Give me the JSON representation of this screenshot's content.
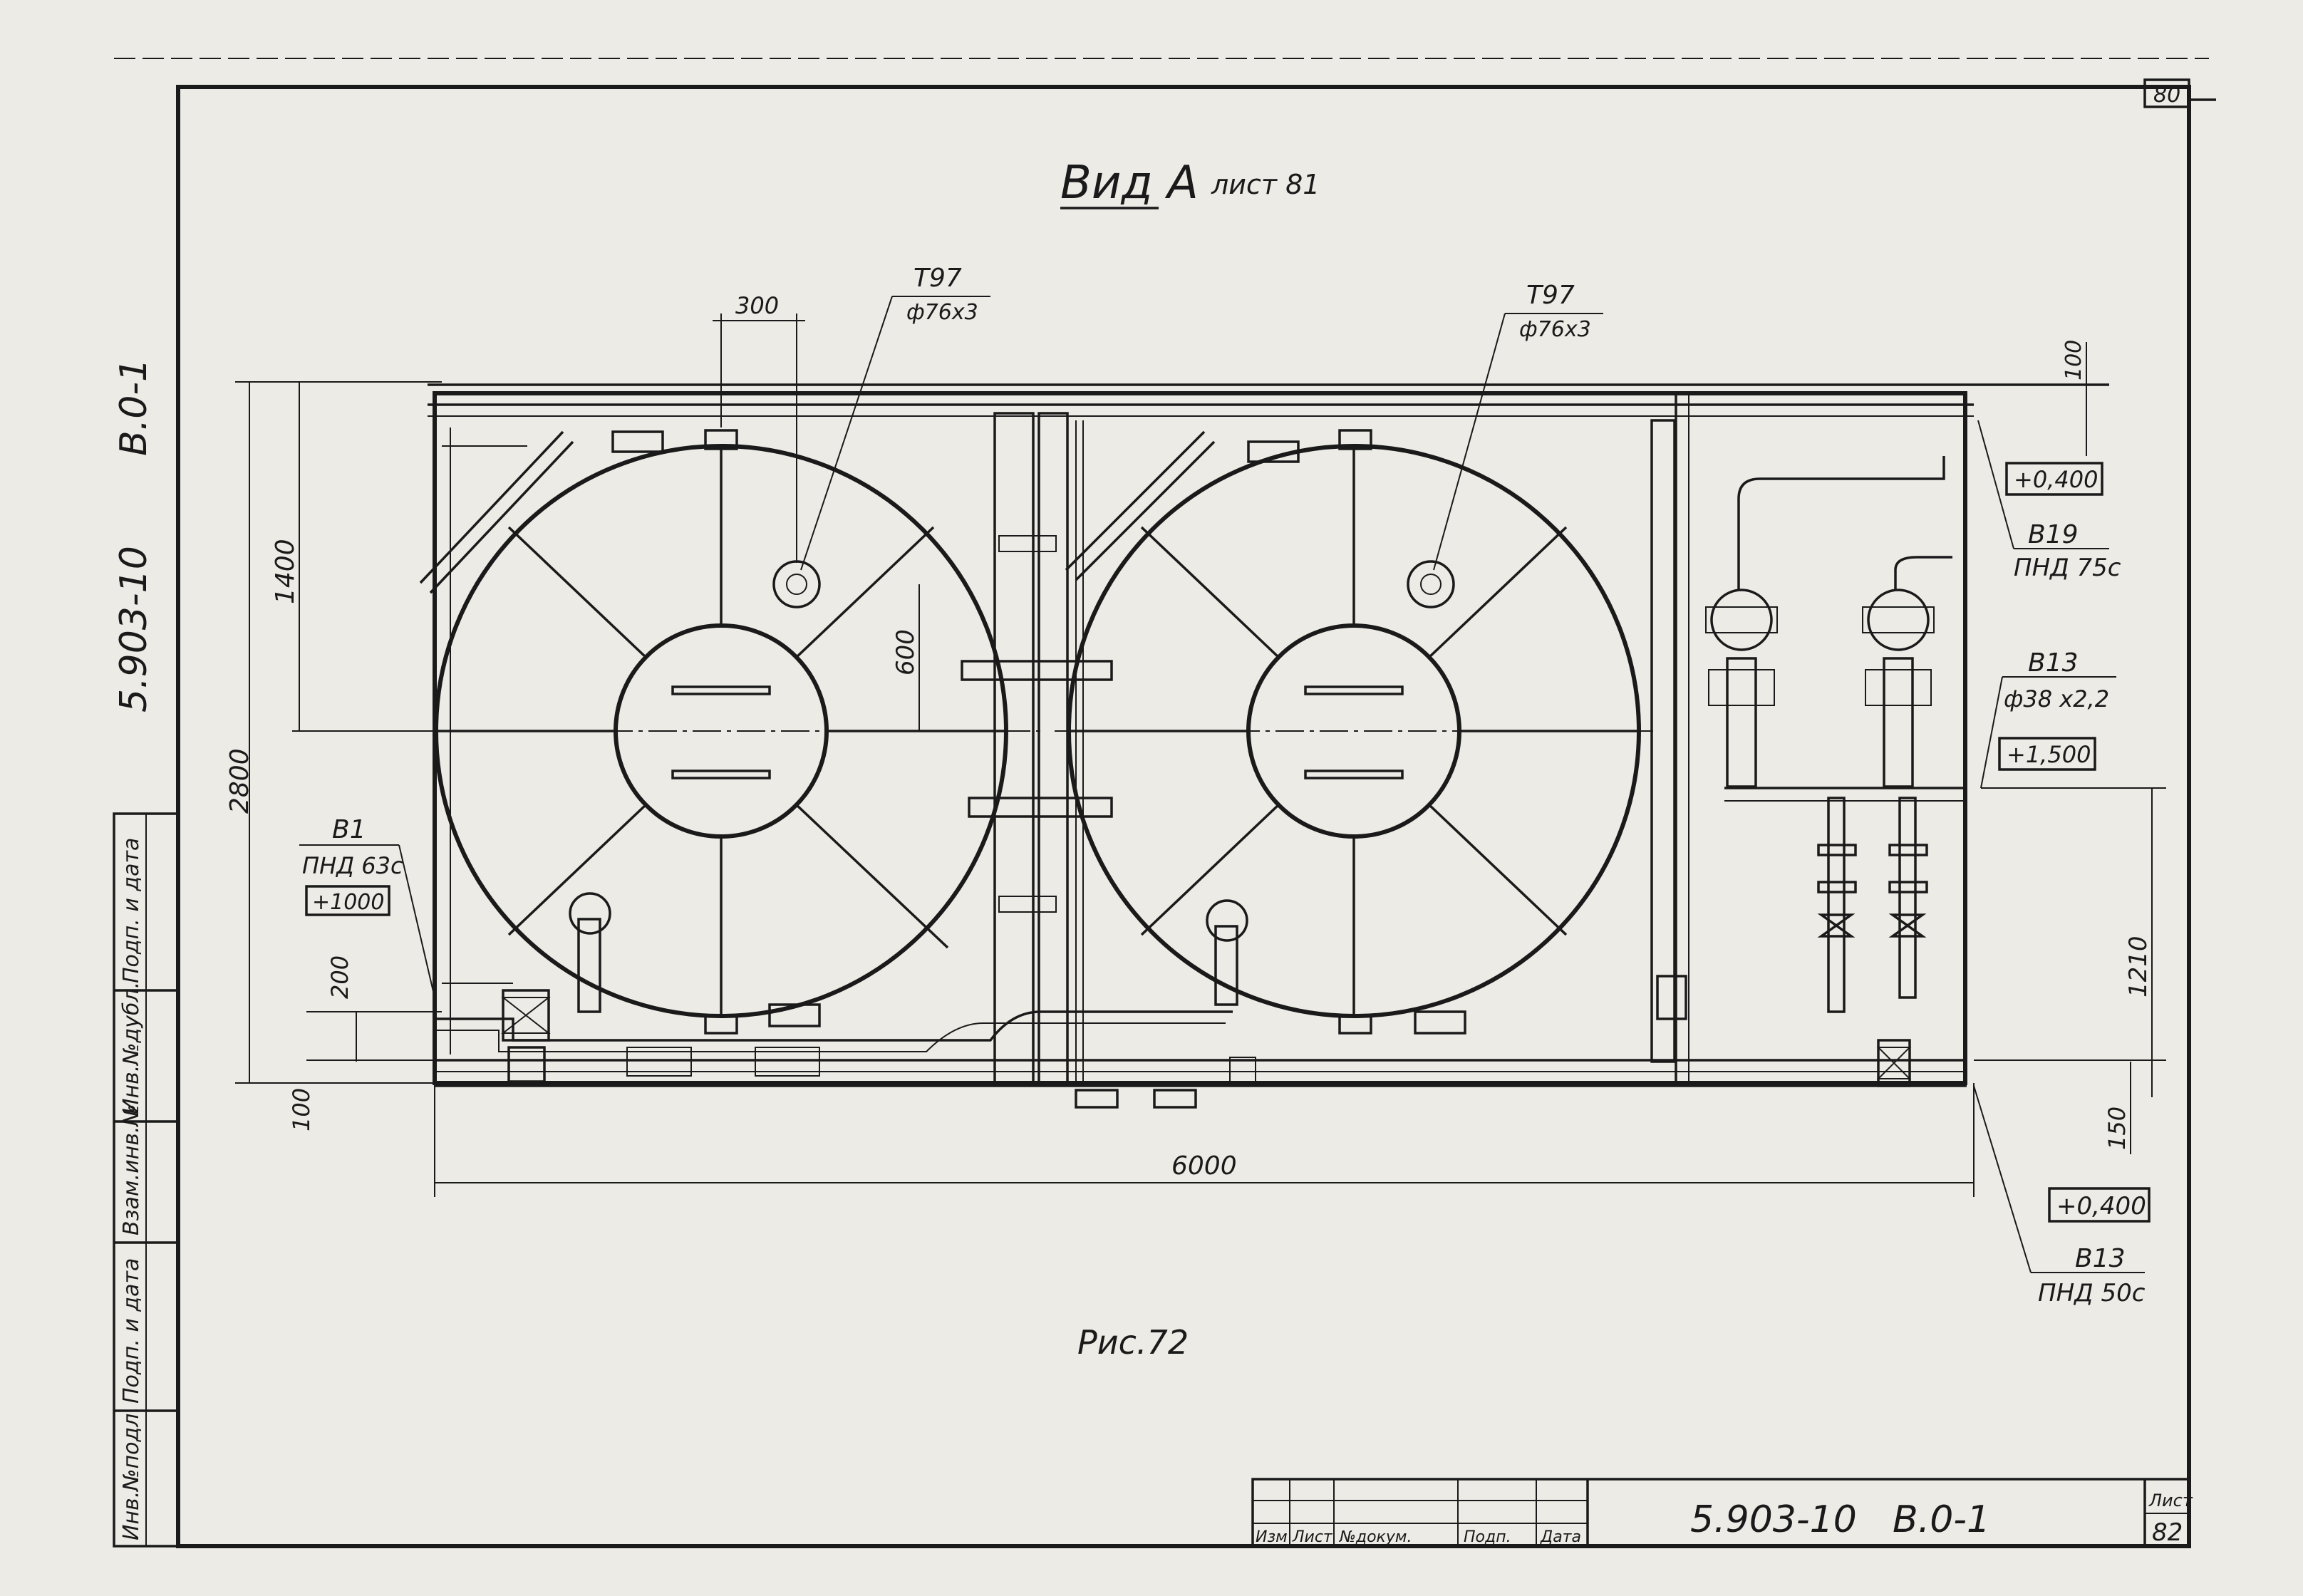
{
  "sheet_number_corner": "80",
  "view": {
    "title": "Вид А",
    "ref": "лист 81"
  },
  "figure_caption": "Рис.72",
  "left_strip": {
    "code": "5.903-10",
    "part": "В.0-1"
  },
  "side_stamp": {
    "labels": [
      "Инв.№подл.",
      "Подп. и дата",
      "Взам.инв.№",
      "Инв.№дубл.",
      "Подп. и дата"
    ]
  },
  "title_block": {
    "header_cells": [
      "Изм",
      "Лист",
      "№докум.",
      "Подп.",
      "Дата"
    ],
    "code": "5.903-10",
    "part": "В.0-1",
    "sheet_label": "Лист",
    "sheet_number": "82"
  },
  "callouts": {
    "t97_left": {
      "mark": "Т97",
      "size": "ф76х3"
    },
    "t97_right": {
      "mark": "Т97",
      "size": "ф76х3"
    },
    "b19": {
      "mark": "В19",
      "pipe": "ПНД 75с"
    },
    "b13_upper": {
      "mark": "В13",
      "size": "ф38 х2,2"
    },
    "b13_lower": {
      "mark": "В13",
      "pipe": "ПНД 50с"
    },
    "b1": {
      "mark": "В1",
      "pipe": "ПНД 63с"
    }
  },
  "elevations": {
    "e_top_right": "+0,400",
    "e_mid_right": "+1,500",
    "e_bottom_right": "+0,400",
    "e_left": "+1000"
  },
  "dimensions": {
    "d300": "300",
    "d100_top": "100",
    "d1400": "1400",
    "d600": "600",
    "d2800": "2800",
    "d200": "200",
    "d100_bottom": "100",
    "d6000": "6000",
    "d1210": "1210",
    "d150": "150"
  }
}
